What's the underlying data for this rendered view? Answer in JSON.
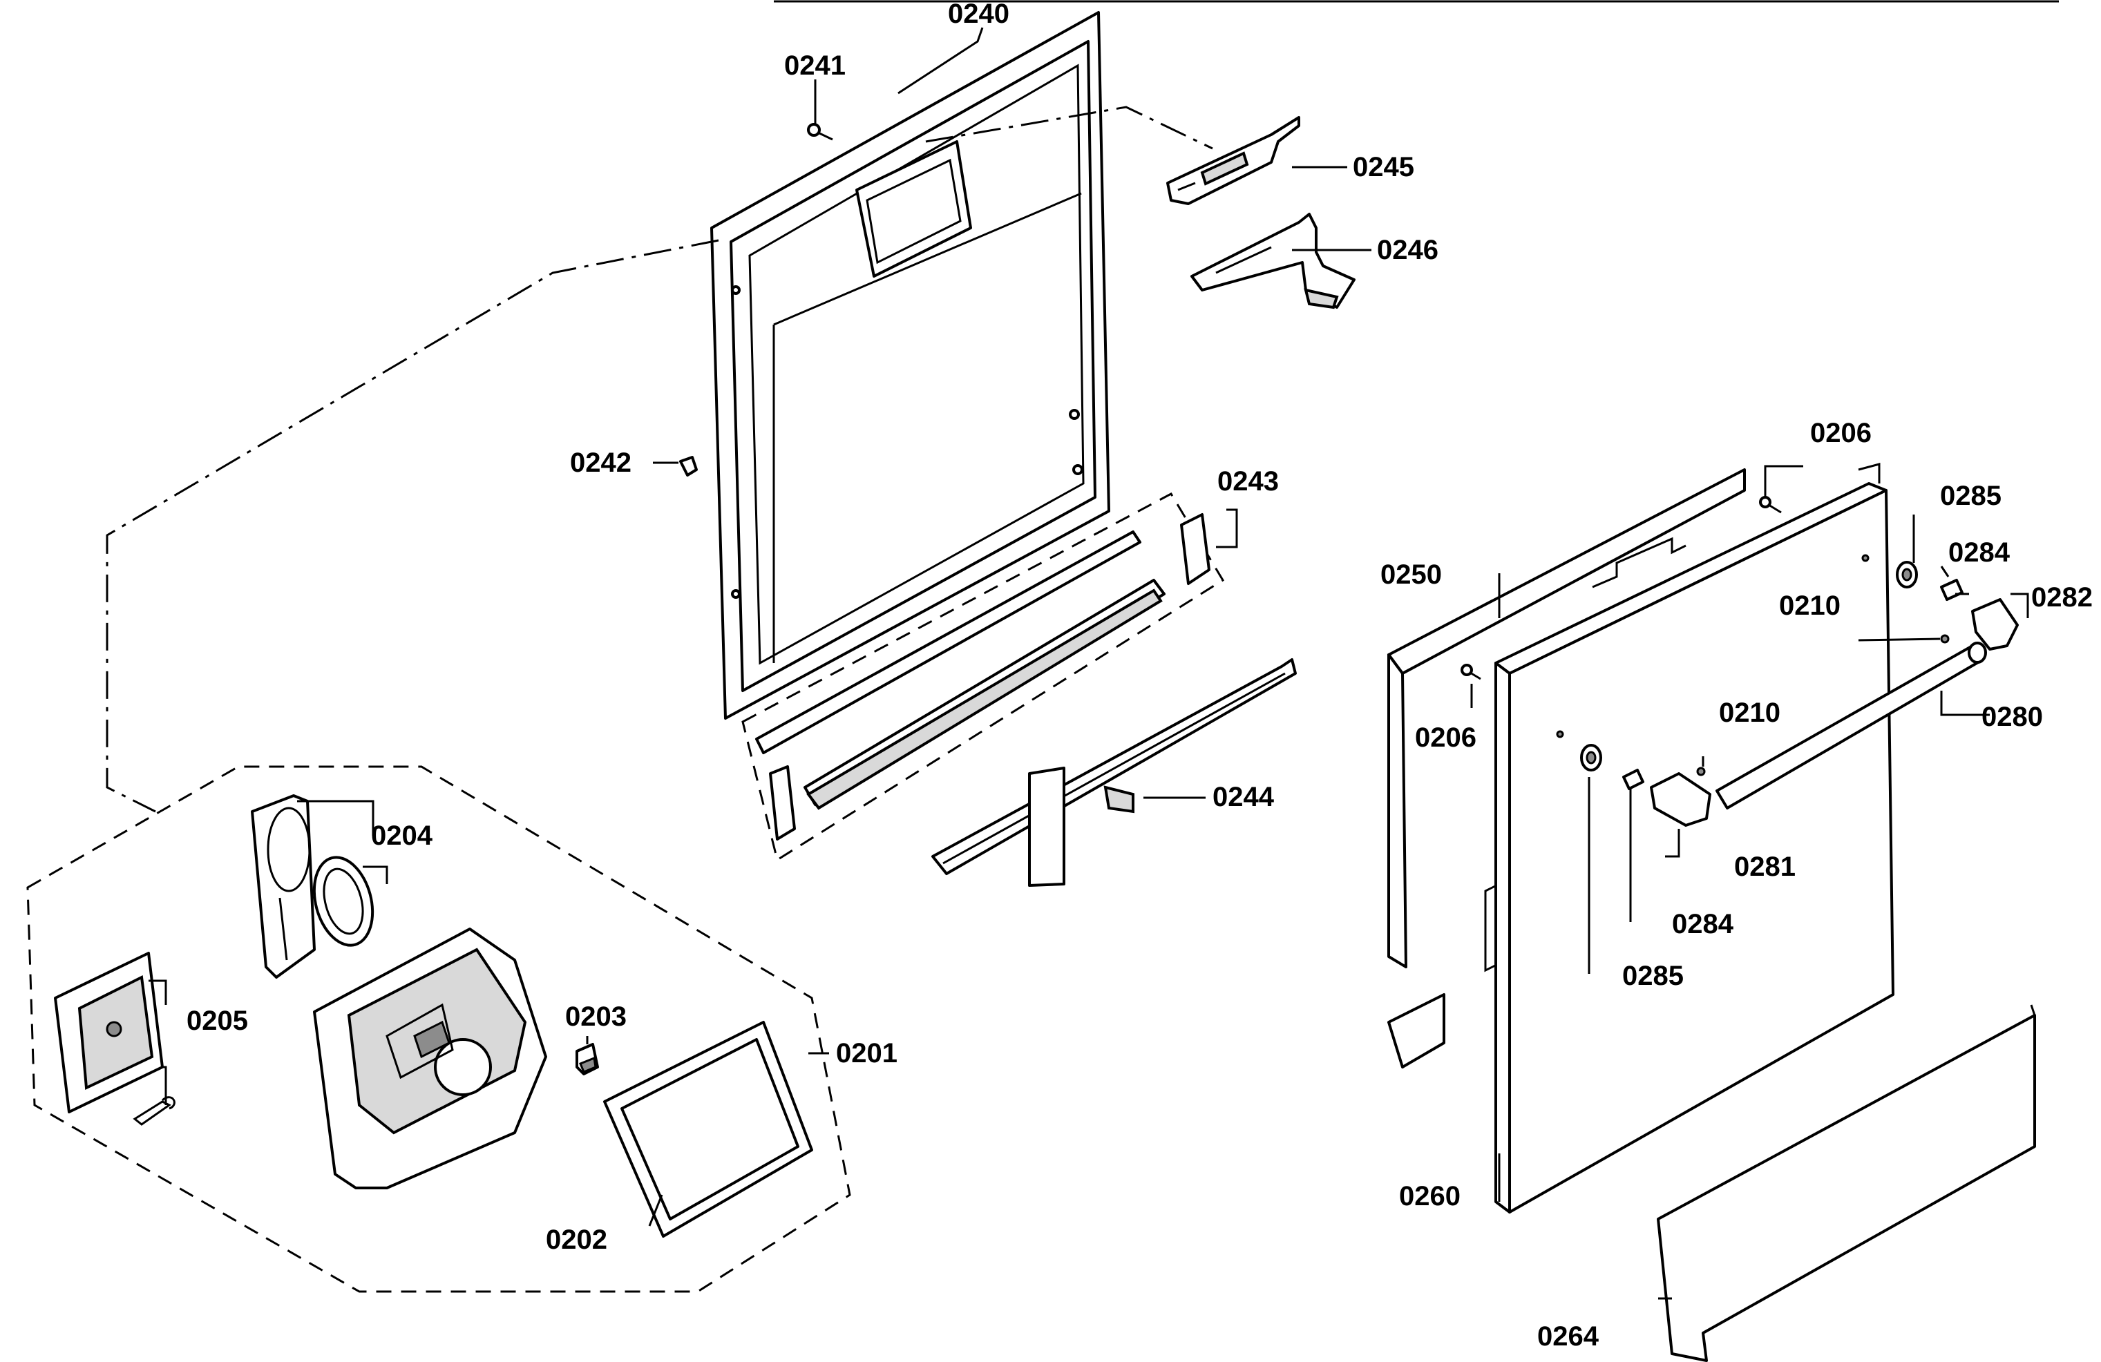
{
  "labels": {
    "p0240": "0240",
    "p0241": "0241",
    "p0242": "0242",
    "p0243": "0243",
    "p0244": "0244",
    "p0245": "0245",
    "p0246": "0246",
    "p0201": "0201",
    "p0202": "0202",
    "p0203": "0203",
    "p0204": "0204",
    "p0205": "0205",
    "p0206a": "0206",
    "p0206b": "0206",
    "p0210a": "0210",
    "p0210b": "0210",
    "p0250": "0250",
    "p0260": "0260",
    "p0264": "0264",
    "p0280": "0280",
    "p0281": "0281",
    "p0282": "0282",
    "p0284a": "0284",
    "p0284b": "0284",
    "p0285a": "0285",
    "p0285b": "0285"
  }
}
